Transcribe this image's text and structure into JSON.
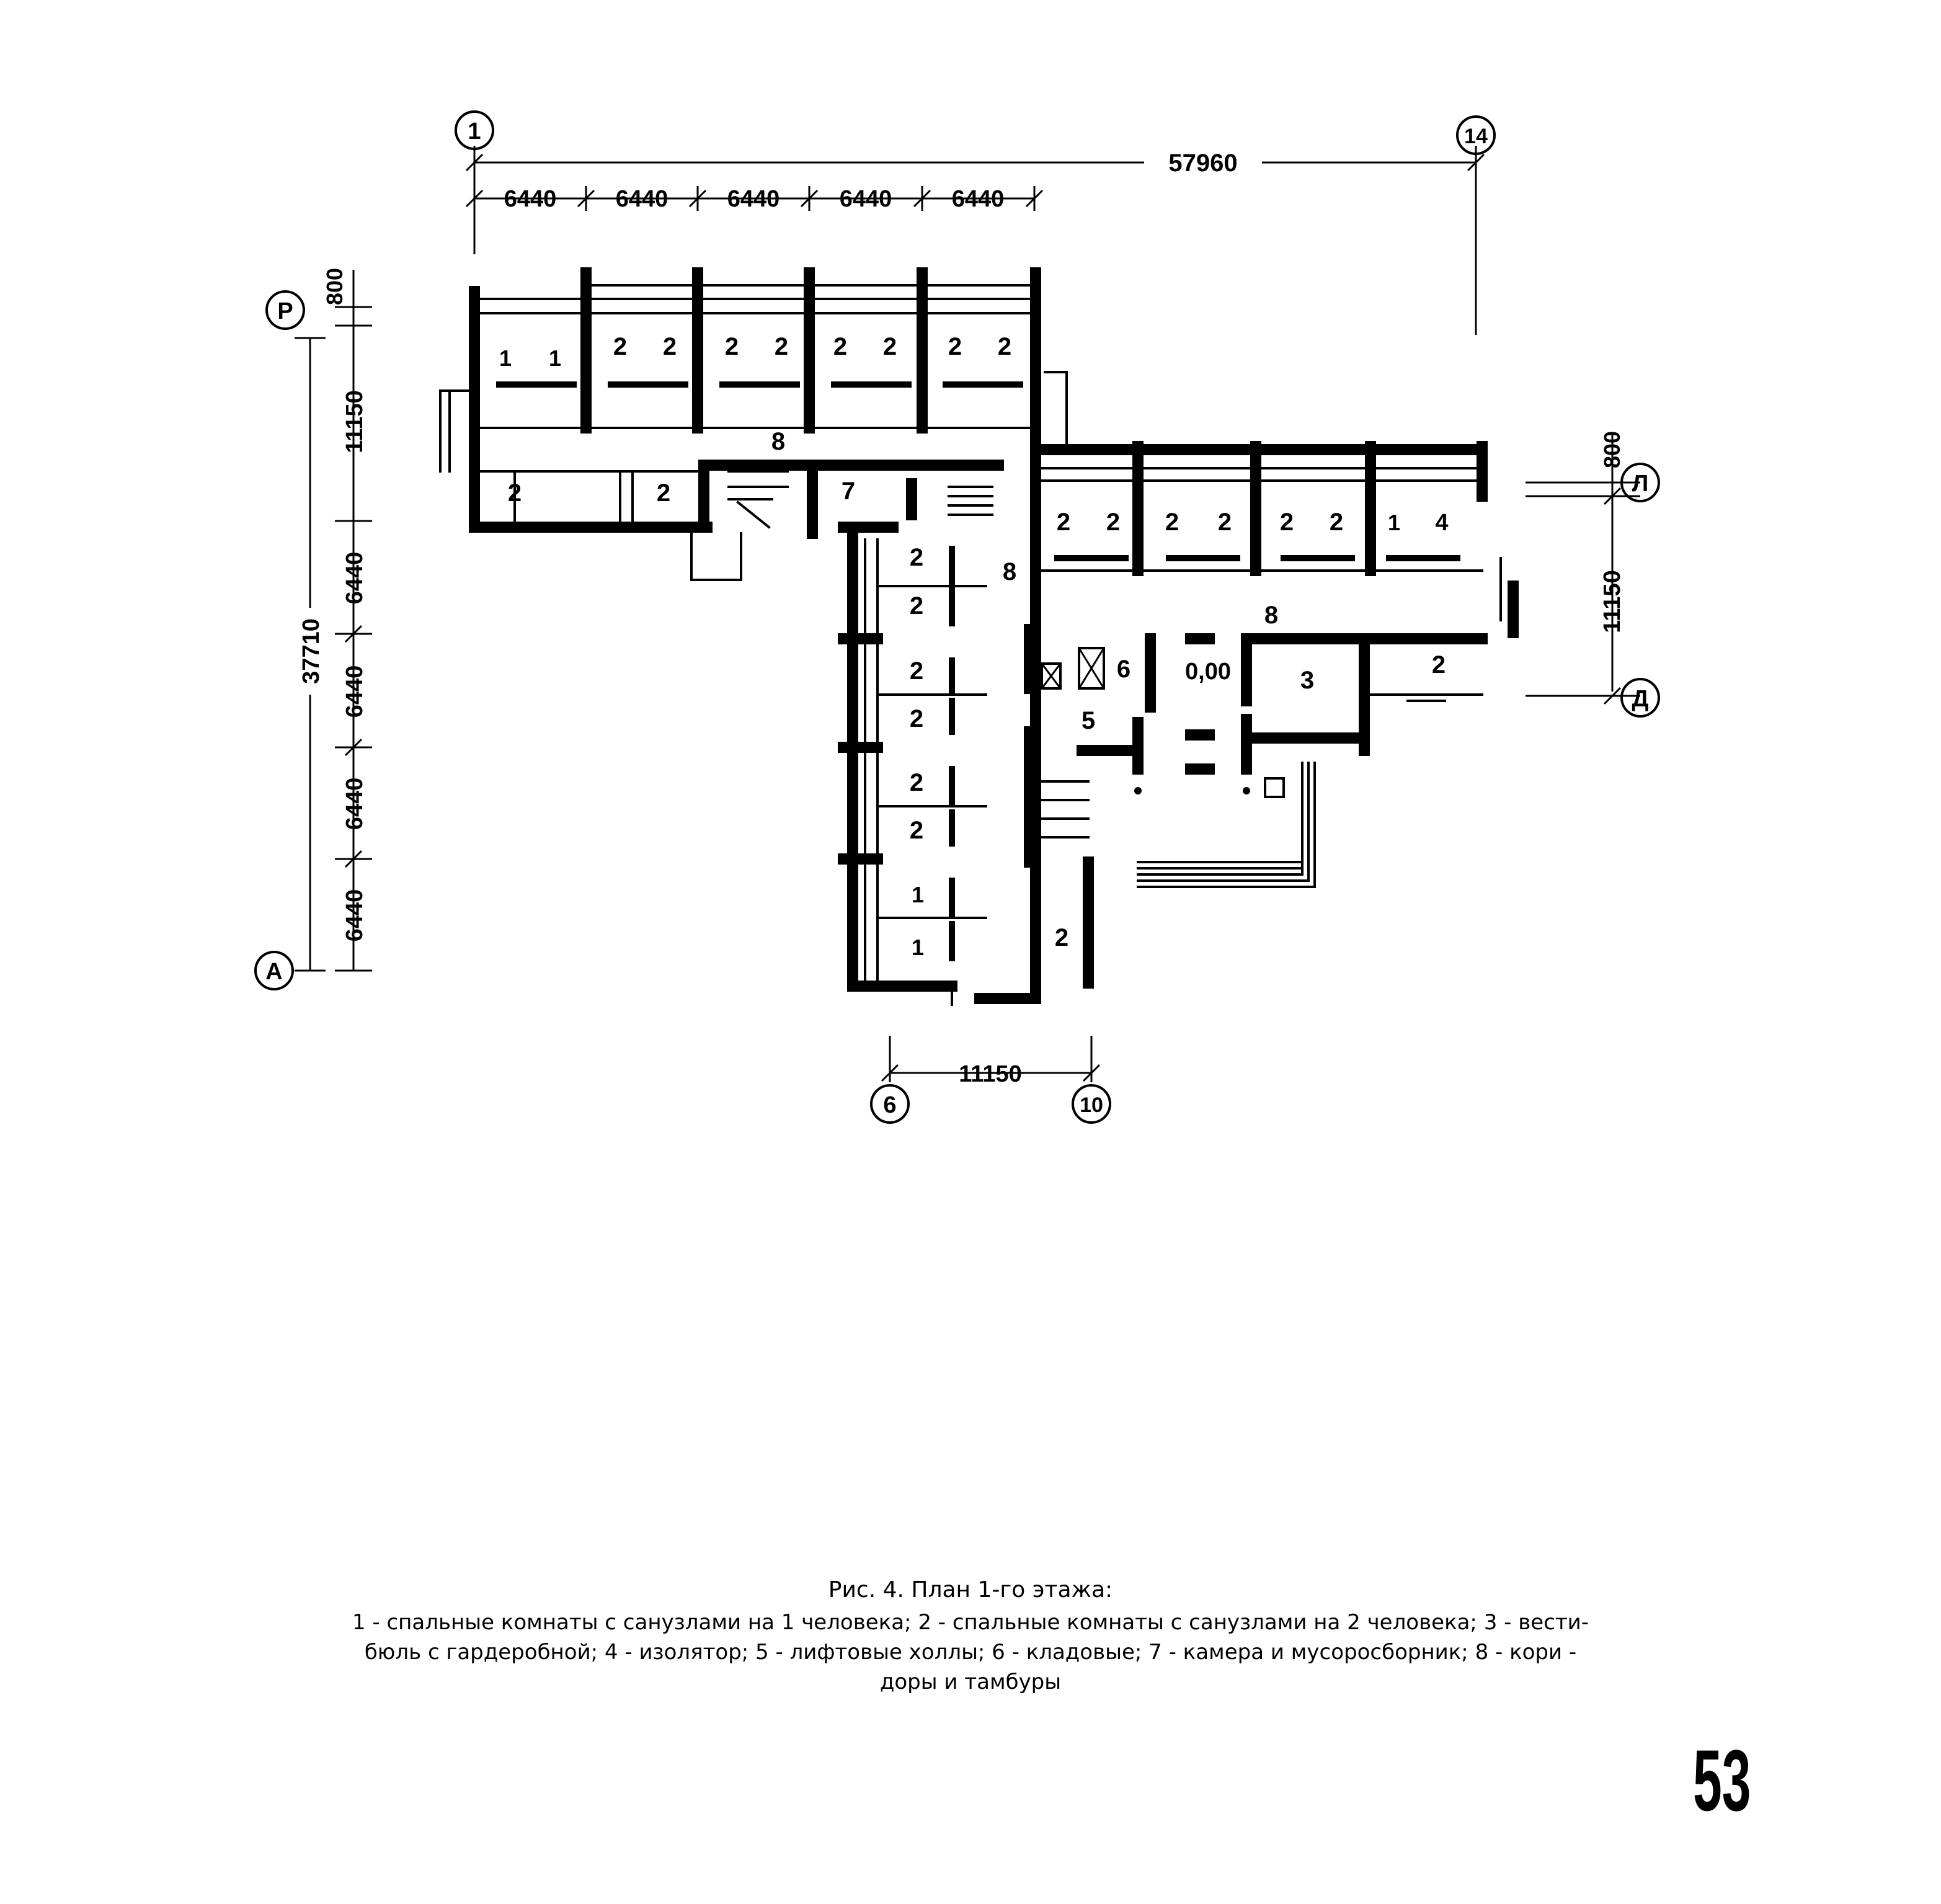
{
  "drawing": {
    "axes": {
      "axis_1": "1",
      "axis_14": "14",
      "axis_P": "Р",
      "axis_A_left": "А",
      "axis_L": "Л",
      "axis_D": "Д",
      "axis_6": "6",
      "axis_10": "10"
    },
    "dimensions": {
      "overall_width": "57960",
      "bay": "6440",
      "overall_height": "37710",
      "offset": "800",
      "block_depth": "11150",
      "bottom_span": "11150"
    },
    "rooms": {
      "r1": "1",
      "r2": "2",
      "r3": "3",
      "r4": "4",
      "r5": "5",
      "r6": "6",
      "r7": "7",
      "r8": "8",
      "level": "0,00"
    }
  },
  "caption": {
    "title": "Рис. 4. План 1-го этажа:",
    "line1": "1 - спальные комнаты с санузлами на 1 человека; 2 - спальные комнаты с санузлами на 2 человека; 3 - вести-",
    "line2": "бюль с гардеробной;  4 - изолятор;  5 - лифтовые холлы;  6 - кладовые;  7 - камера и мусоросборник;  8 - кори -",
    "line3": "доры и тамбуры"
  },
  "page_number": "53"
}
